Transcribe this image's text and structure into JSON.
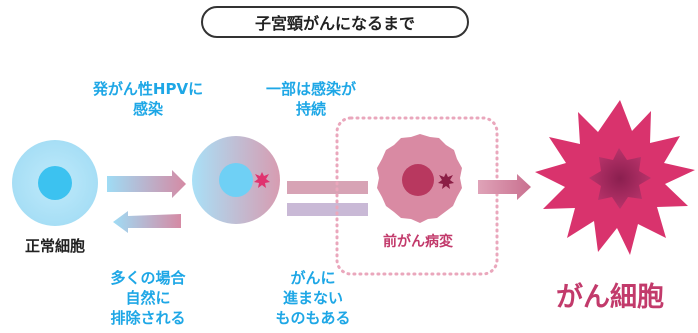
{
  "title": "子宮頸がんになるまで",
  "labels": {
    "infection": [
      "発がん性HPVに",
      "感染"
    ],
    "persist": [
      "一部は感染が",
      "持続"
    ],
    "normal": "正常細胞",
    "precancer": "前がん病変",
    "cancer": "がん細胞",
    "eliminated": [
      "多くの場合",
      "自然に",
      "排除される"
    ],
    "notprogress": [
      "がんに",
      "進まない",
      "ものもある"
    ]
  },
  "colors": {
    "accent_blue": "#1ea7e6",
    "accent_pink": "#c23a6b",
    "cell_blue": "#7fd3f5",
    "cell_pink": "#d98aa3"
  }
}
